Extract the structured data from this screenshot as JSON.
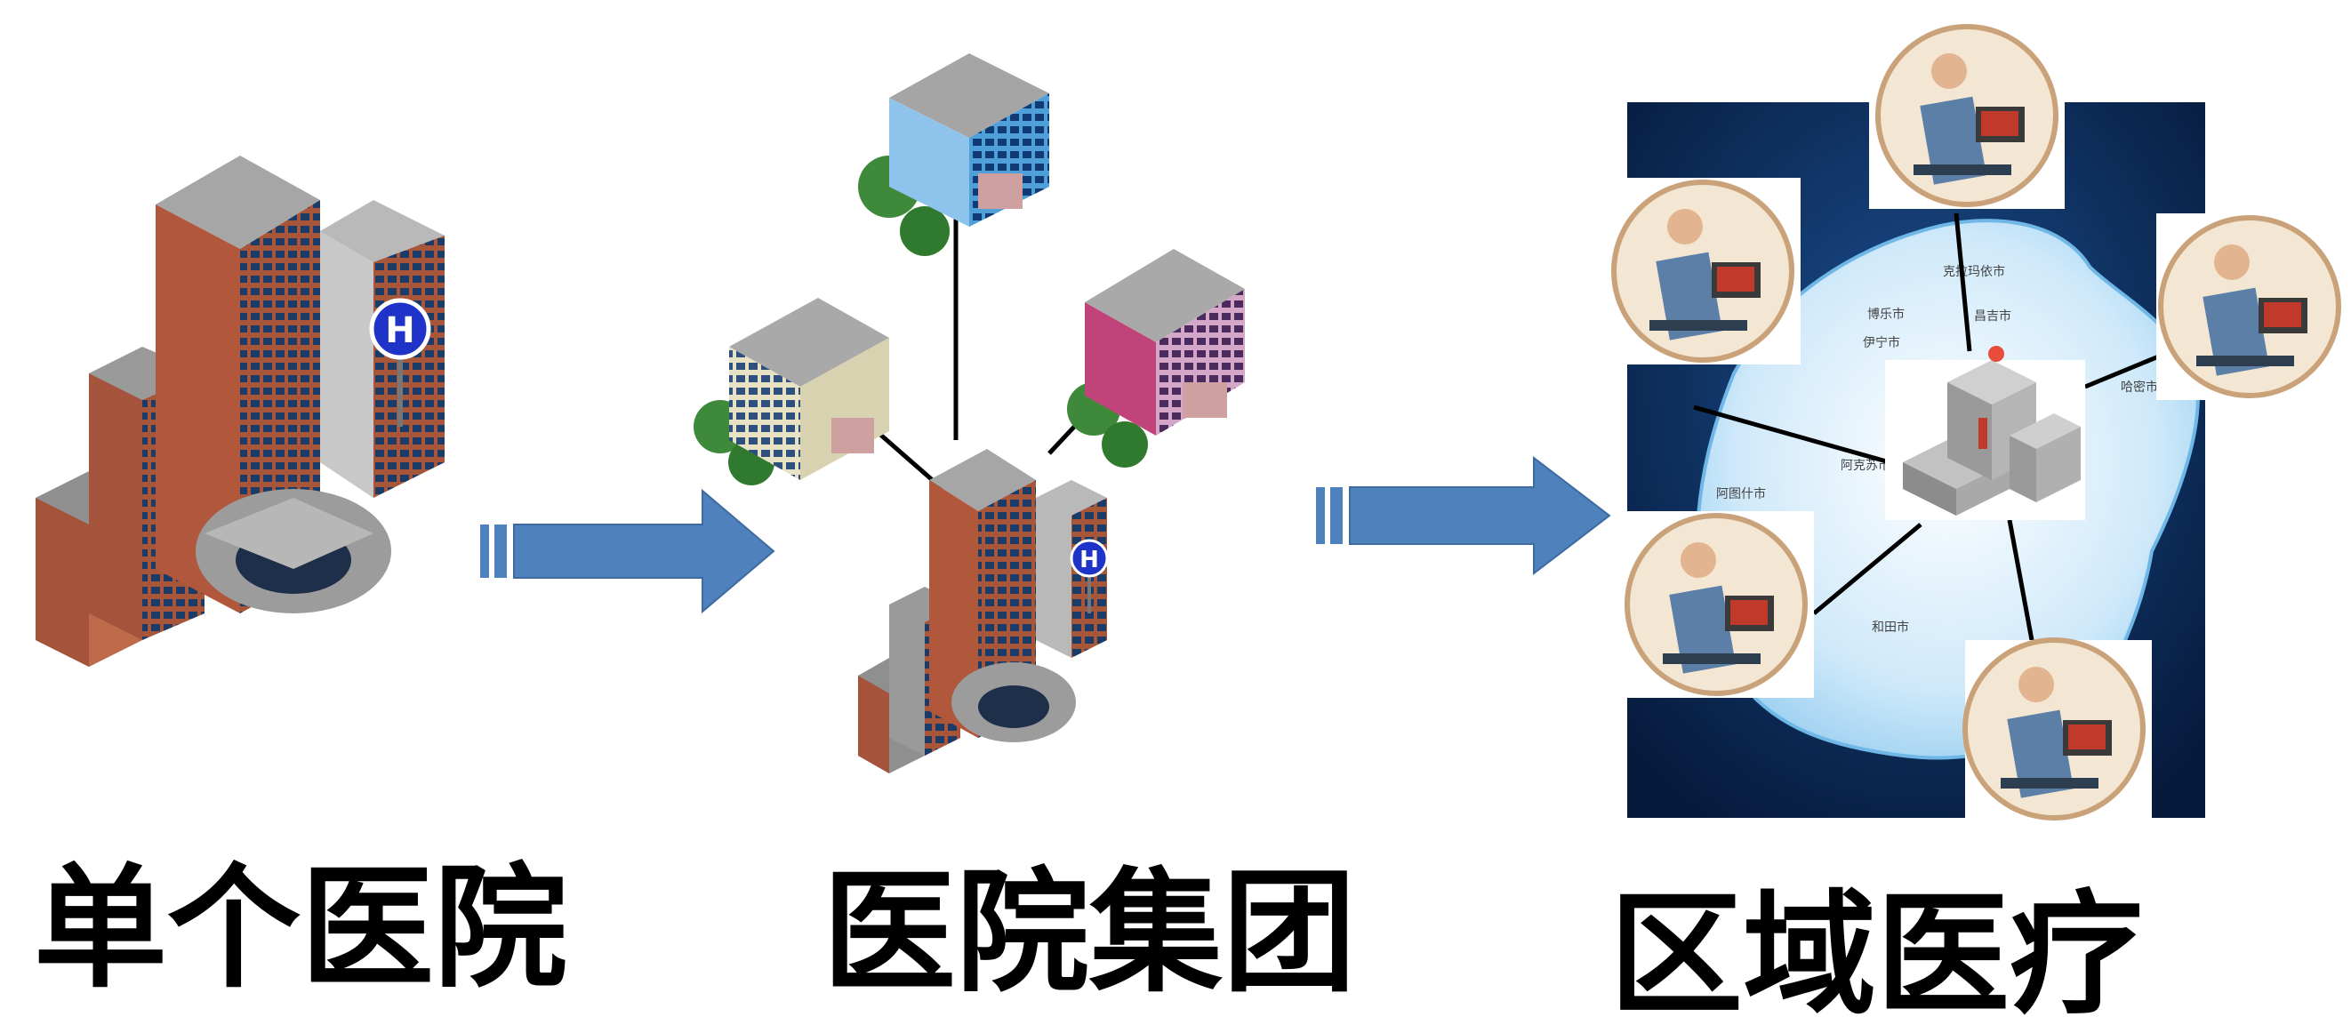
{
  "stages": [
    {
      "caption": "单个医院"
    },
    {
      "caption": "医院集团"
    },
    {
      "caption": "区域医疗"
    }
  ],
  "hospital_sign": "H",
  "map_labels": [
    "哈密市",
    "阿克苏市",
    "昌吉市",
    "克拉玛依市",
    "博乐市",
    "伊宁市",
    "阿图什市",
    "和田市"
  ],
  "colors": {
    "arrow": "#4f81bd",
    "map_bg": "#0b2e63",
    "map_land": "#d9eefb",
    "brick": "#b05a3c",
    "roof": "#a9a9a9",
    "blue_building": "#4f9fd8",
    "pink_building": "#c0447a",
    "cream_building": "#e8e2c4"
  }
}
